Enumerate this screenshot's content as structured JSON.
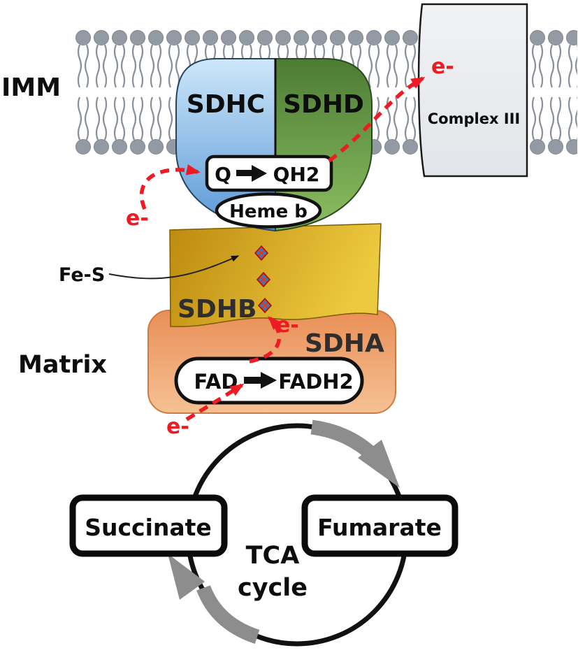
{
  "diagram": {
    "compartments": {
      "imm": "IMM",
      "matrix": "Matrix"
    },
    "subunits": {
      "sdhc": "SDHC",
      "sdhd": "SDHD",
      "sdhb": "SDHB",
      "sdha": "SDHA"
    },
    "complex_iii": {
      "label": "Complex III"
    },
    "cofactors": {
      "q": "Q",
      "qh2": "QH2",
      "heme_b": "Heme b",
      "fad": "FAD",
      "fadh2": "FADH2",
      "fe_s": "Fe-S"
    },
    "tca": {
      "title_line1": "TCA",
      "title_line2": "cycle",
      "succinate": "Succinate",
      "fumarate": "Fumarate"
    },
    "electrons": {
      "to_q": "e-",
      "to_complex_iii": "e-",
      "to_fe_s": "e-",
      "to_fad": "e-"
    },
    "colors": {
      "sdhc_blue": "#5897d6",
      "sdhd_green": "#4c7c33",
      "sdhb_gold": "#d4a017",
      "sdha_orange": "#ec9e66",
      "electron_red": "#ed1c24",
      "membrane_gray": "#949aa3",
      "tca_arrow_gray": "#8d8d8d",
      "complex_iii_gray": "#edeef0"
    }
  }
}
